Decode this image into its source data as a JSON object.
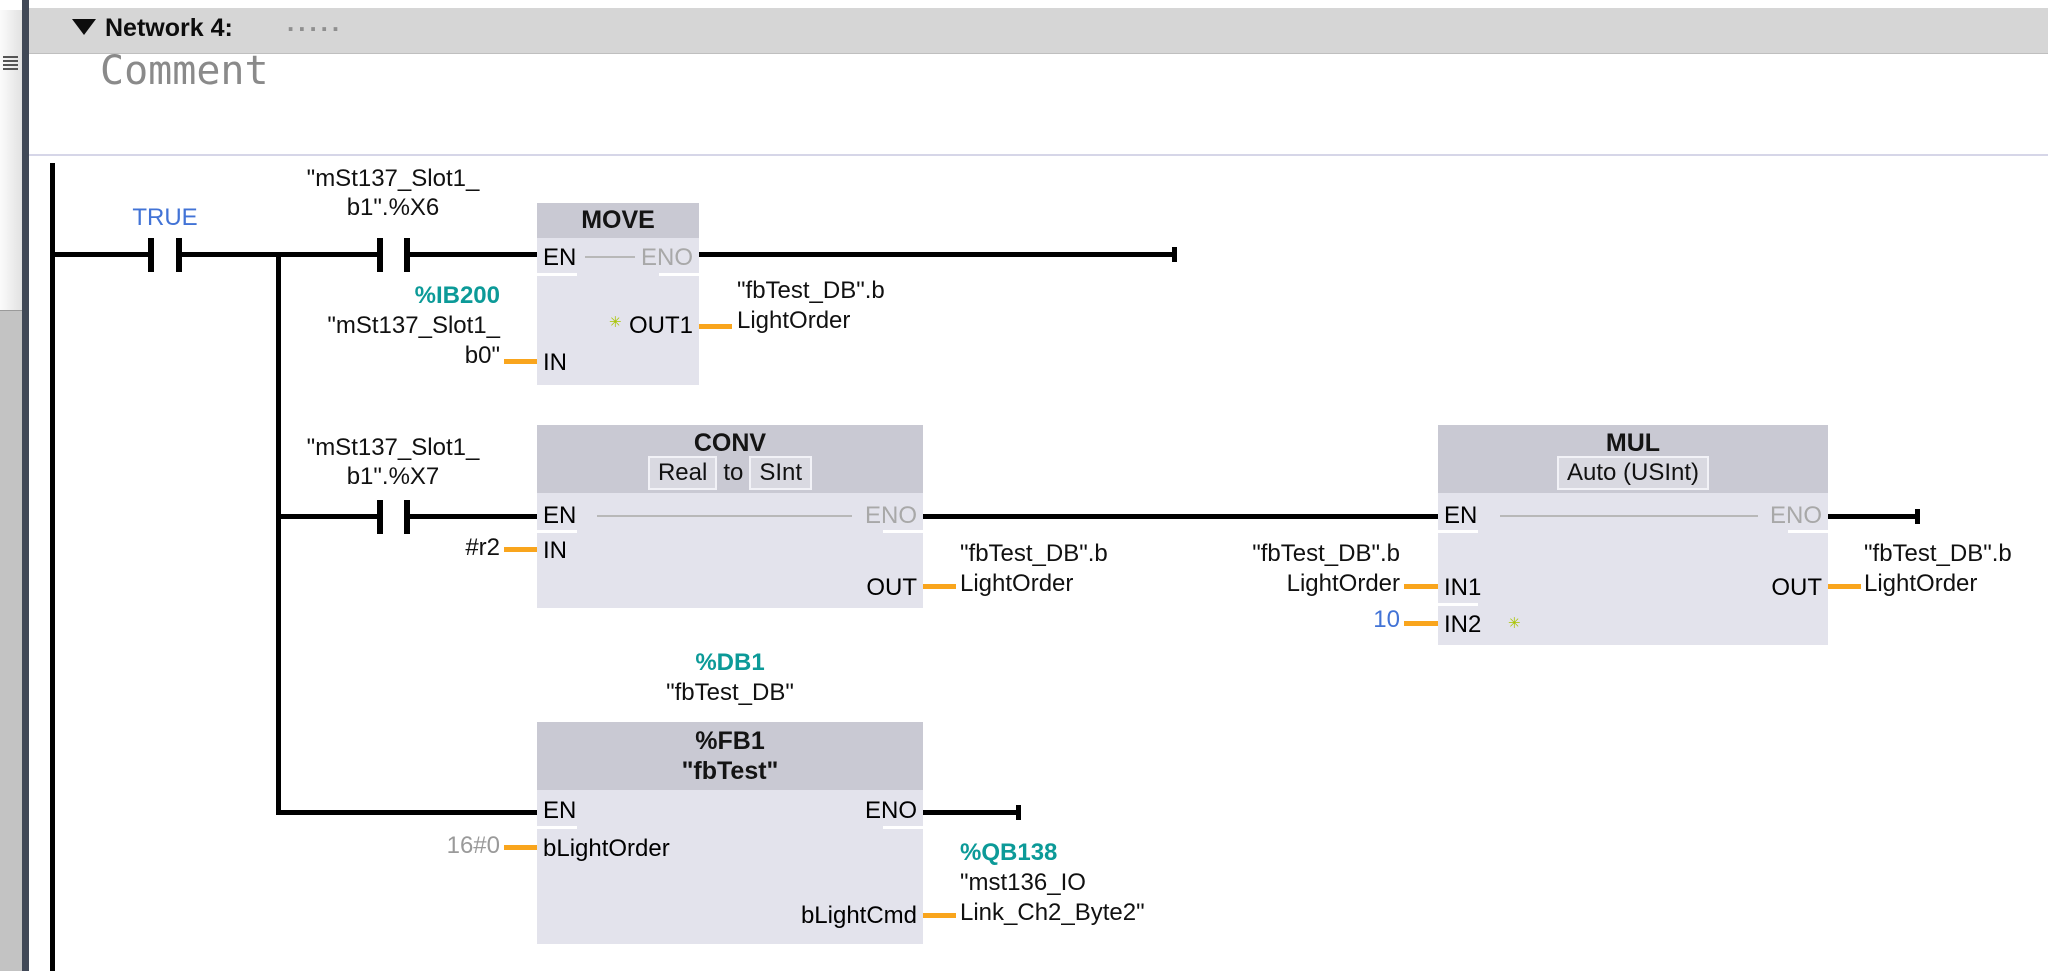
{
  "header": {
    "network_title": "Network 4:",
    "title_dots": ".....",
    "comment": "Comment"
  },
  "colors": {
    "wire_orange": "#F9A51D",
    "address_teal": "#0C9A98",
    "constant_blue": "#4273D6",
    "eno_gray": "#A8A8A8"
  },
  "contacts": {
    "true_contact": {
      "label": "TRUE"
    },
    "x6": {
      "line1": "\"mSt137_Slot1_",
      "line2": "b1\".%X6"
    },
    "x7": {
      "line1": "\"mSt137_Slot1_",
      "line2": "b1\".%X7"
    }
  },
  "move": {
    "title": "MOVE",
    "en": "EN",
    "eno": "ENO",
    "out1": "OUT1",
    "in": "IN",
    "out1_operand": {
      "line1": "\"fbTest_DB\".b",
      "line2": "LightOrder"
    },
    "in_operand": {
      "address": "%IB200",
      "line1": "\"mSt137_Slot1_",
      "line2": "b0\""
    }
  },
  "conv": {
    "title": "CONV",
    "type_from": "Real",
    "type_word": "to",
    "type_to": "SInt",
    "en": "EN",
    "eno": "ENO",
    "in": "IN",
    "out": "OUT",
    "in_operand": "#r2",
    "out_operand": {
      "line1": "\"fbTest_DB\".b",
      "line2": "LightOrder"
    }
  },
  "mul": {
    "title": "MUL",
    "mode": "Auto (USInt)",
    "en": "EN",
    "eno": "ENO",
    "in1": "IN1",
    "in2": "IN2",
    "out": "OUT",
    "in1_operand": {
      "line1": "\"fbTest_DB\".b",
      "line2": "LightOrder"
    },
    "in2_operand": "10",
    "out_operand": {
      "line1": "\"fbTest_DB\".b",
      "line2": "LightOrder"
    }
  },
  "fbtest": {
    "db_address": "%DB1",
    "db_name": "\"fbTest_DB\"",
    "fb_address": "%FB1",
    "fb_name": "\"fbTest\"",
    "en": "EN",
    "eno": "ENO",
    "in_pin": "bLightOrder",
    "out_pin": "bLightCmd",
    "in_operand": "16#0",
    "out_operand": {
      "address": "%QB138",
      "line1": "\"mst136_IO",
      "line2": "Link_Ch2_Byte2\""
    }
  }
}
